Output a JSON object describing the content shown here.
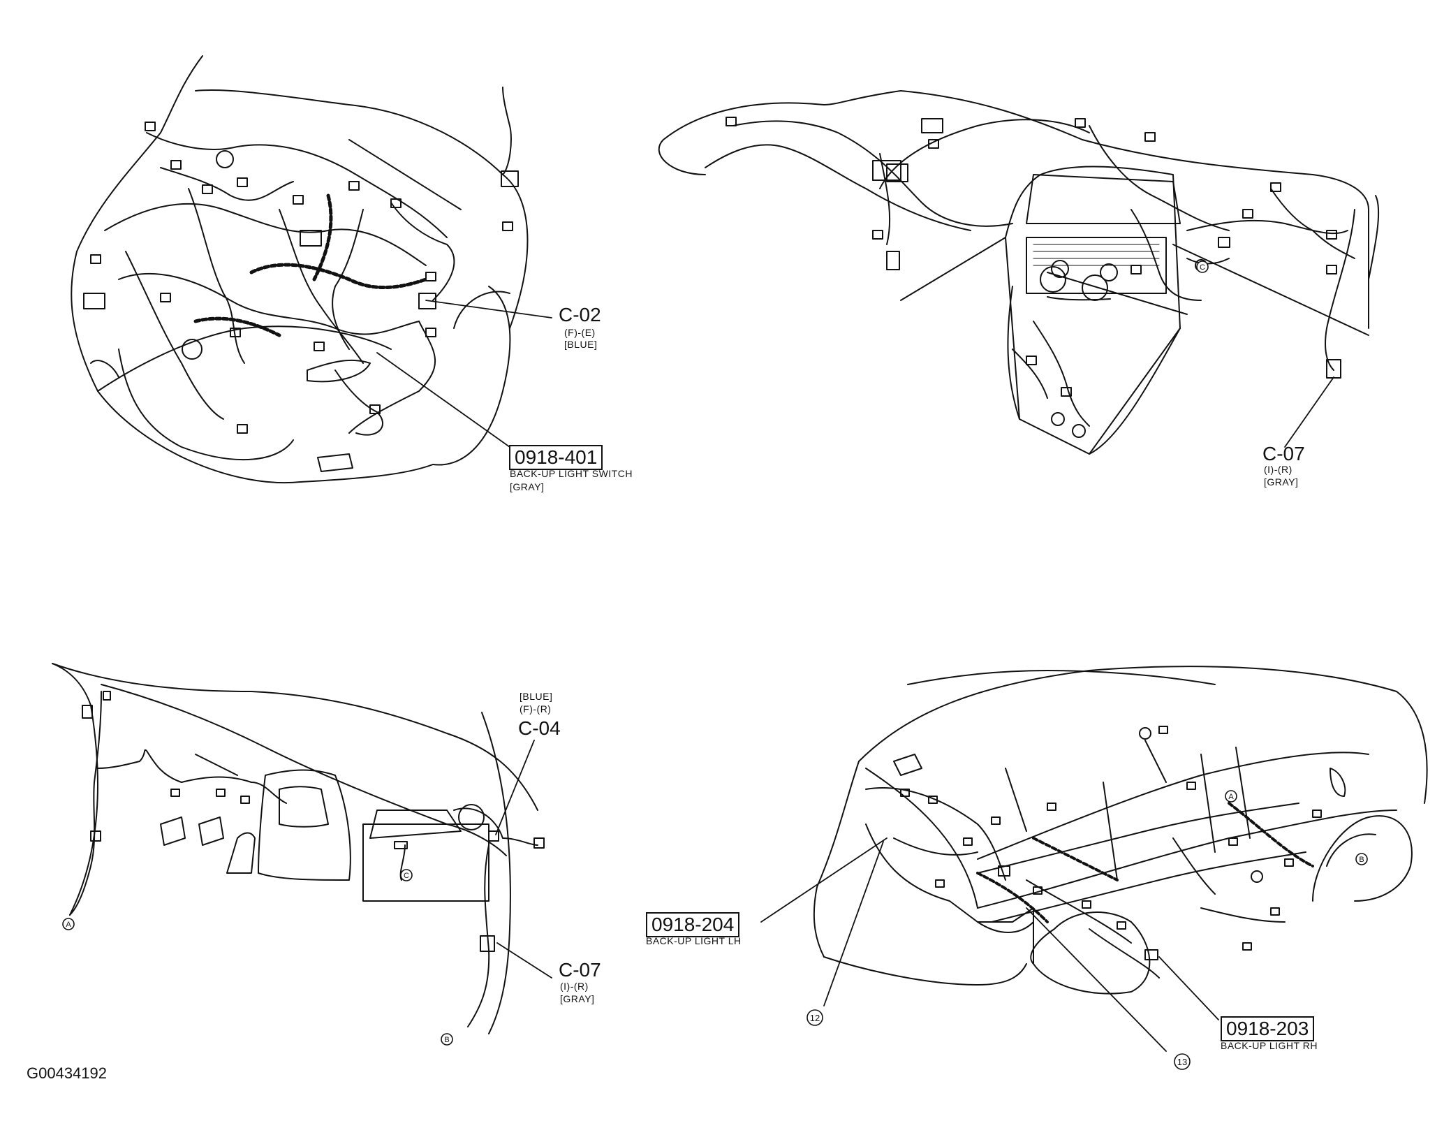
{
  "figure_id": "G00434192",
  "panels": {
    "engine_bay": {
      "connector_c02": {
        "code": "C-02",
        "terminals": "(F)-(E)",
        "color": "[BLUE]"
      },
      "part_0918_401": {
        "code": "0918-401",
        "name": "BACK-UP LIGHT SWITCH",
        "color": "[GRAY]"
      }
    },
    "dashboard": {
      "connector_c07": {
        "code": "C-07",
        "terminals": "(I)-(R)",
        "color": "[GRAY]"
      },
      "marker": "C"
    },
    "side_panel": {
      "connector_c04": {
        "code": "C-04",
        "terminals": "(F)-(R)",
        "color": "[BLUE]"
      },
      "connector_c07": {
        "code": "C-07",
        "terminals": "(I)-(R)",
        "color": "[GRAY]"
      },
      "markers": [
        "A",
        "B",
        "C"
      ]
    },
    "rear_body": {
      "part_0918_204": {
        "code": "0918-204",
        "name": "BACK-UP LIGHT LH"
      },
      "part_0918_203": {
        "code": "0918-203",
        "name": "BACK-UP LIGHT RH"
      },
      "callout_12": "12",
      "callout_13": "13",
      "markers": [
        "A",
        "B"
      ]
    }
  }
}
